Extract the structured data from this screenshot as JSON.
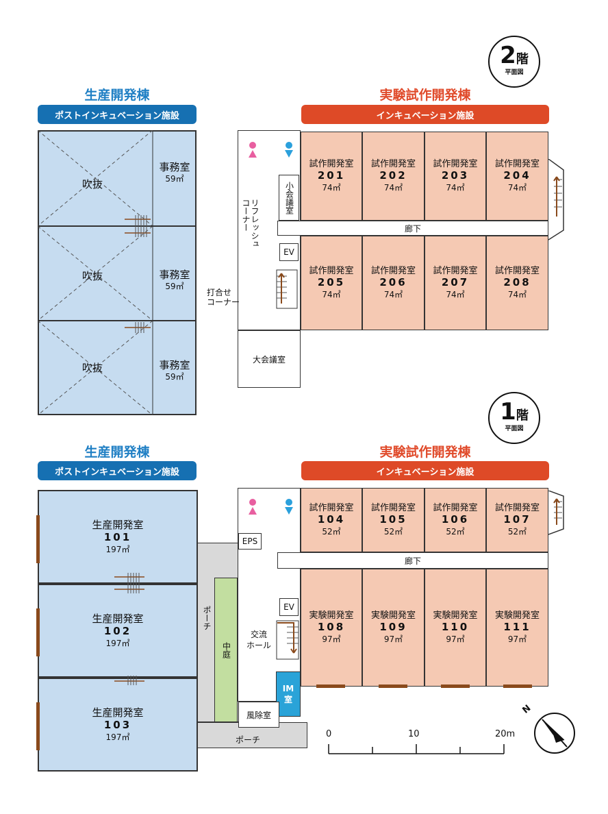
{
  "floor2": {
    "badge": {
      "num": "2",
      "kai": "階",
      "sub": "平面図"
    },
    "left_title": "生産開発棟",
    "left_pill": "ポストインキュベーション施設",
    "right_title": "実験試作開発棟",
    "right_pill": "インキュベーション施設",
    "atrium_label": "吹抜",
    "office_name": "事務室",
    "office_area": "59㎡",
    "trial_name": "試作開発室",
    "rooms_top": [
      {
        "num": "201",
        "area": "74㎡"
      },
      {
        "num": "202",
        "area": "74㎡"
      },
      {
        "num": "203",
        "area": "74㎡"
      },
      {
        "num": "204",
        "area": "74㎡"
      }
    ],
    "rooms_bottom": [
      {
        "num": "205",
        "area": "74㎡"
      },
      {
        "num": "206",
        "area": "74㎡"
      },
      {
        "num": "207",
        "area": "74㎡"
      },
      {
        "num": "208",
        "area": "74㎡"
      }
    ],
    "corridor": "廊下",
    "small_meeting": "小会議室",
    "refresh": "リフレッシュコーナー",
    "ev": "EV",
    "meeting_corner_1": "打合せ",
    "meeting_corner_2": "コーナー",
    "big_meeting": "大会議室"
  },
  "floor1": {
    "badge": {
      "num": "1",
      "kai": "階",
      "sub": "平面図"
    },
    "left_title": "生産開発棟",
    "left_pill": "ポストインキュベーション施設",
    "right_title": "実験試作開発棟",
    "right_pill": "インキュベーション施設",
    "prod_name": "生産開発室",
    "prod_rooms": [
      {
        "num": "101",
        "area": "197㎡"
      },
      {
        "num": "102",
        "area": "197㎡"
      },
      {
        "num": "103",
        "area": "197㎡"
      }
    ],
    "trial_name": "試作開発室",
    "rooms_top": [
      {
        "num": "104",
        "area": "52㎡"
      },
      {
        "num": "105",
        "area": "52㎡"
      },
      {
        "num": "106",
        "area": "52㎡"
      },
      {
        "num": "107",
        "area": "52㎡"
      }
    ],
    "lab_name": "実験開発室",
    "rooms_bottom": [
      {
        "num": "108",
        "area": "97㎡"
      },
      {
        "num": "109",
        "area": "97㎡"
      },
      {
        "num": "110",
        "area": "97㎡"
      },
      {
        "num": "111",
        "area": "97㎡"
      }
    ],
    "corridor": "廊下",
    "eps": "EPS",
    "ev": "EV",
    "porch_v": "ポーチ",
    "courtyard": "中庭",
    "hall_1": "交流",
    "hall_2": "ホール",
    "airlock": "風除室",
    "im_room_1": "IM",
    "im_room_2": "室",
    "porch_h": "ポーチ"
  },
  "scale": {
    "ticks": [
      "0",
      "10",
      "20m"
    ]
  },
  "north": {
    "label": "N"
  }
}
